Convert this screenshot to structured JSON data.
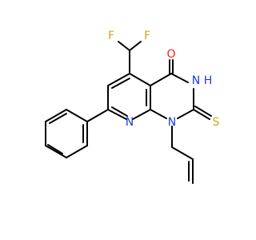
{
  "molecule": {
    "atoms": {
      "f1": {
        "label": "F",
        "color": "#c8aa1e"
      },
      "f2": {
        "label": "F",
        "color": "#c8aa1e"
      },
      "o": {
        "label": "O",
        "color": "#ff1a1a"
      },
      "h": {
        "label": "H",
        "color": "#1f3bd9"
      },
      "n_ring_nh": {
        "label": "N",
        "color": "#1f3bd9"
      },
      "s": {
        "label": "S",
        "color": "#c8aa1e"
      },
      "n_pyridine": {
        "label": "N",
        "color": "#1f3bd9"
      },
      "n_allyl": {
        "label": "N",
        "color": "#1f3bd9"
      }
    },
    "bond_color": "#000000",
    "background_color": "#ffffff"
  }
}
